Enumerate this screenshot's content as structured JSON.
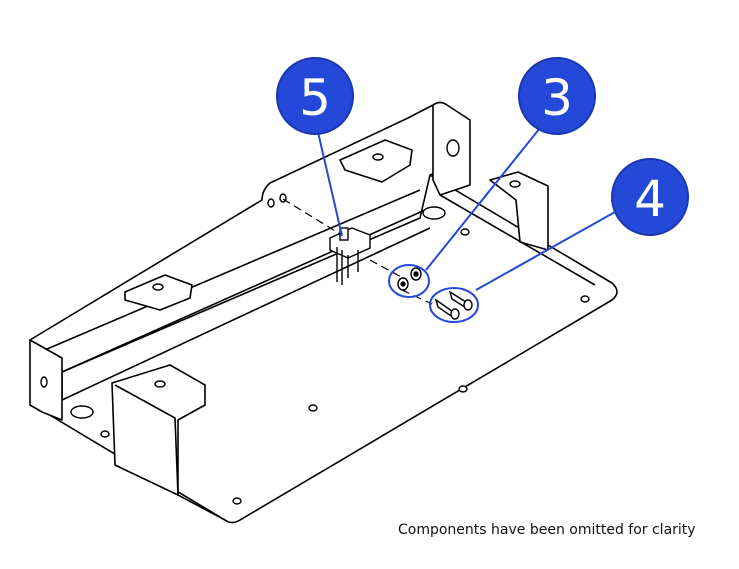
{
  "callouts": [
    {
      "id": "callout-5",
      "label": "5"
    },
    {
      "id": "callout-3",
      "label": "3"
    },
    {
      "id": "callout-4",
      "label": "4"
    }
  ],
  "note": "Components have been omitted for clarity",
  "colors": {
    "callout_fill": "#2449d8",
    "callout_stroke": "#1a36b0",
    "leader": "#2449d8",
    "line": "#000000"
  }
}
